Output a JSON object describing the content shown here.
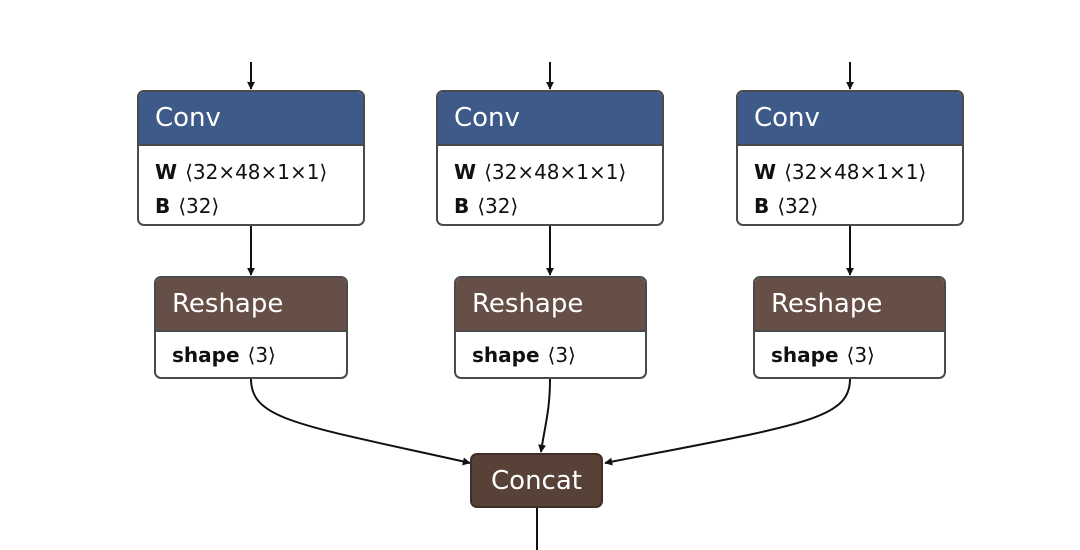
{
  "graph": {
    "conv_nodes": [
      {
        "title": "Conv",
        "attrs": [
          {
            "name": "W",
            "value": "⟨32×48×1×1⟩"
          },
          {
            "name": "B",
            "value": "⟨32⟩"
          }
        ]
      },
      {
        "title": "Conv",
        "attrs": [
          {
            "name": "W",
            "value": "⟨32×48×1×1⟩"
          },
          {
            "name": "B",
            "value": "⟨32⟩"
          }
        ]
      },
      {
        "title": "Conv",
        "attrs": [
          {
            "name": "W",
            "value": "⟨32×48×1×1⟩"
          },
          {
            "name": "B",
            "value": "⟨32⟩"
          }
        ]
      }
    ],
    "reshape_nodes": [
      {
        "title": "Reshape",
        "attrs": [
          {
            "name": "shape",
            "value": "⟨3⟩"
          }
        ]
      },
      {
        "title": "Reshape",
        "attrs": [
          {
            "name": "shape",
            "value": "⟨3⟩"
          }
        ]
      },
      {
        "title": "Reshape",
        "attrs": [
          {
            "name": "shape",
            "value": "⟨3⟩"
          }
        ]
      }
    ],
    "concat_node": {
      "title": "Concat"
    }
  },
  "colors": {
    "conv_header": "#3d5a88",
    "reshape_header": "#664f46",
    "concat": "#584137",
    "edge": "#111111"
  }
}
